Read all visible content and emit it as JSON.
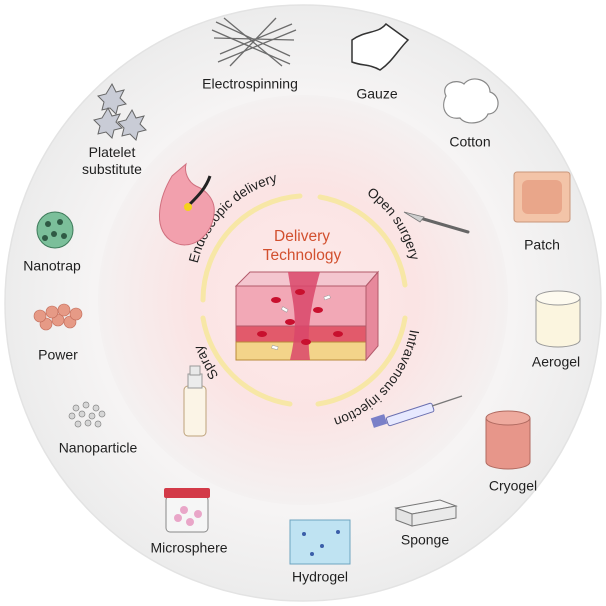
{
  "center": {
    "title_line1": "Delivery",
    "title_line2": "Technology"
  },
  "delivery_methods": [
    "Endoscopic delivery",
    "Open surgery",
    "Intravenous injection",
    "Spray"
  ],
  "materials": [
    {
      "label": "Electrospinning",
      "icon": "electrospun-fibers-icon"
    },
    {
      "label": "Gauze",
      "icon": "gauze-icon"
    },
    {
      "label": "Cotton",
      "icon": "cotton-icon"
    },
    {
      "label": "Patch",
      "icon": "patch-icon"
    },
    {
      "label": "Aerogel",
      "icon": "aerogel-icon"
    },
    {
      "label": "Cryogel",
      "icon": "cryogel-icon"
    },
    {
      "label": "Sponge",
      "icon": "sponge-icon"
    },
    {
      "label": "Hydrogel",
      "icon": "hydrogel-icon"
    },
    {
      "label": "Microsphere",
      "icon": "microsphere-jar-icon"
    },
    {
      "label": "Nanoparticle",
      "icon": "nanoparticle-icon"
    },
    {
      "label": "Power",
      "icon": "powder-spheres-icon"
    },
    {
      "label": "Nanotrap",
      "icon": "nanotrap-icon"
    },
    {
      "label": "Platelet\nsubstitute",
      "icon": "platelet-icon"
    }
  ],
  "colors": {
    "outer_circle": "#f3f3f3",
    "inner_glow": "#fbe0e0",
    "ring_arc": "#f7e7a6",
    "title": "#d2502f",
    "tissue": "#e87a95"
  }
}
